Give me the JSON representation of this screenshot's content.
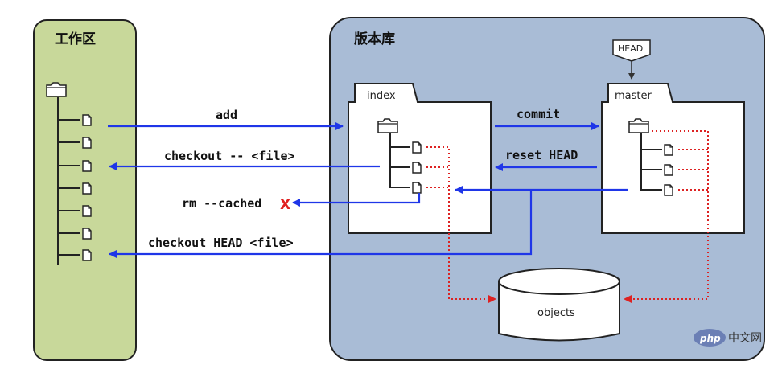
{
  "workspace": {
    "title": "工作区"
  },
  "repository": {
    "title": "版本库"
  },
  "index_folder": {
    "label": "index"
  },
  "master_folder": {
    "label": "master"
  },
  "head_tag": {
    "label": "HEAD"
  },
  "objects_store": {
    "label": "objects"
  },
  "commands": {
    "add": "add",
    "checkout_file": "checkout -- <file>",
    "rm_cached": "rm --cached",
    "checkout_head_file": "checkout HEAD <file>",
    "commit": "commit",
    "reset_head": "reset HEAD",
    "x_mark": "X"
  },
  "watermark": {
    "logo": "php",
    "text": "中文网"
  },
  "colors": {
    "workspace_fill": "#c8d89a",
    "repository_fill": "#a9bcd6",
    "arrow_blue": "#1f36e8",
    "dotted_red": "#dd2222",
    "accent_red": "#e02020"
  }
}
